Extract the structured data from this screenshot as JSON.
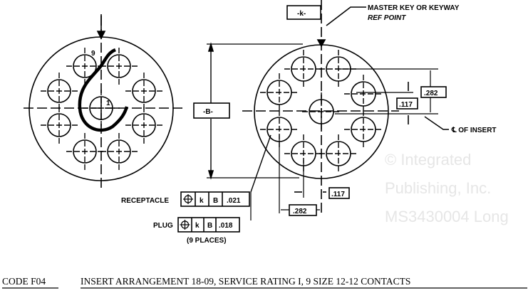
{
  "drawing": {
    "datum_k": "-k-",
    "datum_b": "-B-",
    "master_key_line1": "MASTER KEY OR KEYWAY",
    "master_key_line2": "REF POINT",
    "centerline_label": "℄ OF INSERT",
    "contact_label_9": "9",
    "contact_label_1": "1",
    "dim_282_right": ".282",
    "dim_117_right": ".117",
    "dim_117_bottom": ".117",
    "dim_282_bottom": ".282",
    "receptacle": {
      "label": "RECEPTACLE",
      "datum1": "k",
      "datum2": "B",
      "tolerance": ".021"
    },
    "plug": {
      "label": "PLUG",
      "datum1": "k",
      "datum2": "B",
      "tolerance": ".018"
    },
    "places_note": "(9 PLACES)"
  },
  "watermark": [
    "© Integrated",
    "Publishing, Inc.",
    "MS3430004 Long"
  ],
  "caption": {
    "code": "CODE F04",
    "description": "INSERT ARRANGEMENT 18-09, SERVICE RATING I, 9 SIZE 12-12 CONTACTS"
  }
}
